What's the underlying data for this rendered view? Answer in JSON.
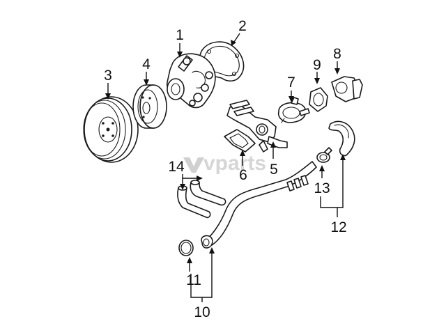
{
  "diagram": {
    "watermark": "vparts",
    "callouts": {
      "c1": "1",
      "c2": "2",
      "c3": "3",
      "c4": "4",
      "c5": "5",
      "c6": "6",
      "c7": "7",
      "c8": "8",
      "c9": "9",
      "c10": "10",
      "c11": "11",
      "c12": "12",
      "c13": "13",
      "c14": "14"
    }
  }
}
